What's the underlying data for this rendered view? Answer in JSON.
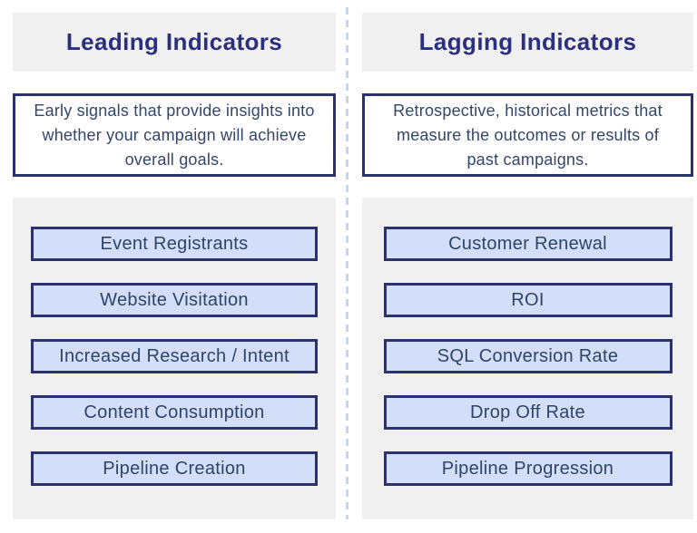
{
  "colors": {
    "panel_bg": "#f0f0f0",
    "title_navy": "#2b2f7e",
    "box_border_navy": "#2a316f",
    "item_fill": "#d3def8",
    "body_text": "#33466b",
    "divider_blue": "#c5d6f5"
  },
  "columns": [
    {
      "id": "leading",
      "title": "Leading Indicators",
      "description": "Early signals that provide insights into whether your campaign will achieve overall goals.",
      "items": [
        "Event Registrants",
        "Website Visitation",
        "Increased Research / Intent",
        "Content Consumption",
        "Pipeline Creation"
      ]
    },
    {
      "id": "lagging",
      "title": "Lagging Indicators",
      "description": "Retrospective, historical metrics that measure the outcomes or results of past campaigns.",
      "items": [
        "Customer Renewal",
        "ROI",
        "SQL Conversion Rate",
        "Drop Off Rate",
        "Pipeline Progression"
      ]
    }
  ]
}
